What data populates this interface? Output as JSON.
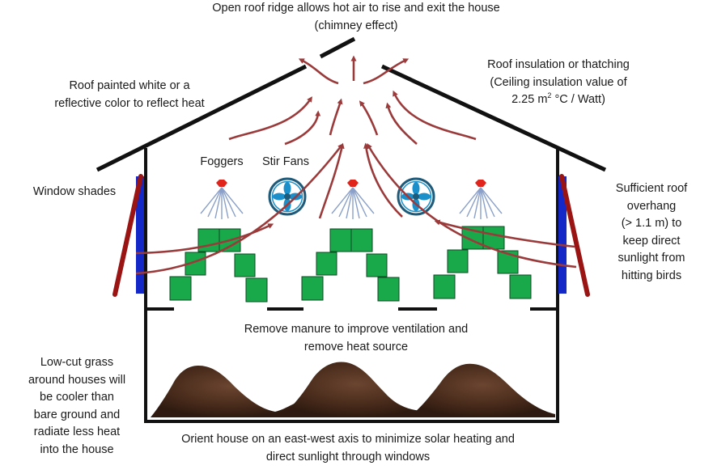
{
  "labels": {
    "ridge_line1": "Open roof ridge allows hot air to rise and exit the house",
    "ridge_line2": "(chimney effect)",
    "insulation_line1": "Roof insulation or thatching",
    "insulation_line2": "(Ceiling insulation value of",
    "insulation_value": "2.25 m",
    "insulation_exp": "2",
    "insulation_unit": " °C / Watt)",
    "paint_line1": "Roof painted white or a",
    "paint_line2": "reflective color  to reflect heat",
    "foggers": "Foggers",
    "stir_fans": "Stir Fans",
    "window_shades": "Window shades",
    "overhang": [
      "Sufficient roof",
      "overhang",
      "(> 1.1 m) to",
      "keep direct",
      "sunlight from",
      "hitting birds"
    ],
    "manure_line1": "Remove manure to improve ventilation and",
    "manure_line2": "remove heat source",
    "grass": [
      "Low-cut grass",
      "around houses will",
      "be cooler than",
      "bare ground and",
      "radiate less heat",
      "into the house"
    ],
    "orient_line1": "Orient house on an east-west axis to minimize solar heating and",
    "orient_line2": "direct sunlight through windows"
  },
  "colors": {
    "roof": "#111111",
    "arrow": "#9b3a3a",
    "bird": "#19a84a",
    "fogger_head": "#e0231b",
    "fan": "#1a8fc9",
    "shade": "#9a1414",
    "window": "#1428c8",
    "manure": "#4a2c1c"
  },
  "icons": [
    "fogger-icon",
    "fan-icon",
    "bird-icon",
    "manure-pile-icon"
  ]
}
